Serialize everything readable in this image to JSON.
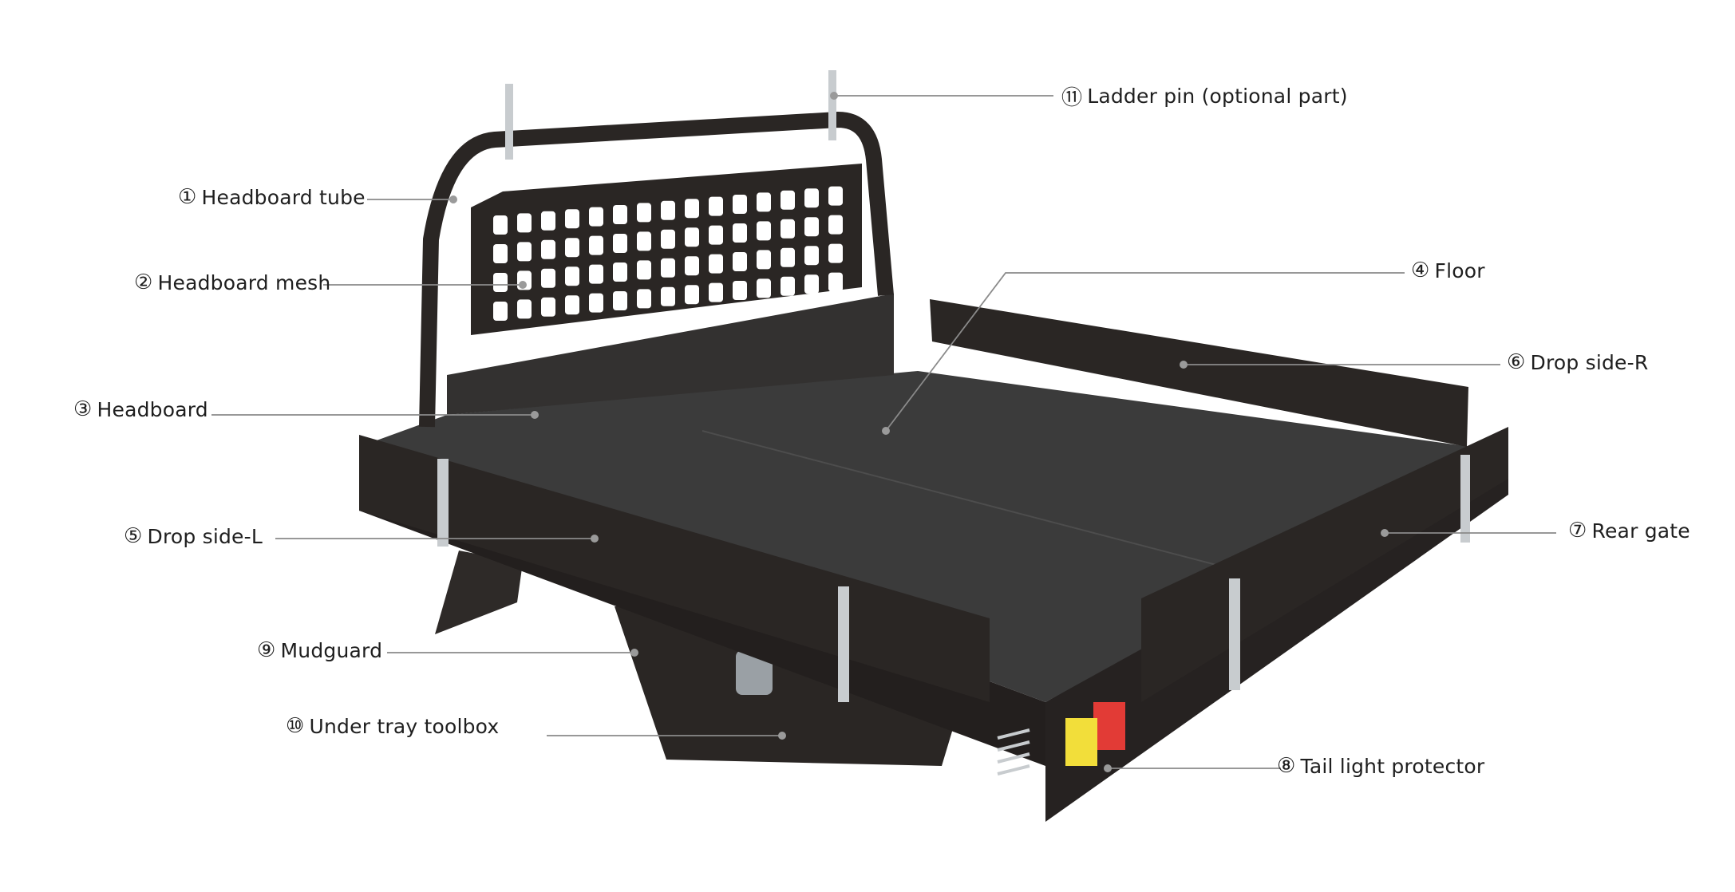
{
  "diagram": {
    "colors": {
      "tray_body": "#2a2624",
      "floor": "#3b3b3b",
      "metal": "#c8cccf",
      "leader_line": "#8a8a8a",
      "tail_light_red": "#e23b36",
      "tail_light_yellow": "#f2de3a"
    },
    "callouts": [
      {
        "id": "ladder-pin",
        "number": "⑪",
        "label": "Ladder pin (optional part)"
      },
      {
        "id": "headboard-tube",
        "number": "①",
        "label": "Headboard tube"
      },
      {
        "id": "headboard-mesh",
        "number": "②",
        "label": "Headboard mesh"
      },
      {
        "id": "floor",
        "number": "④",
        "label": "Floor"
      },
      {
        "id": "drop-side-r",
        "number": "⑥",
        "label": "Drop side-R"
      },
      {
        "id": "headboard",
        "number": "③",
        "label": "Headboard"
      },
      {
        "id": "drop-side-l",
        "number": "⑤",
        "label": "Drop side-L"
      },
      {
        "id": "rear-gate",
        "number": "⑦",
        "label": "Rear gate"
      },
      {
        "id": "mudguard",
        "number": "⑨",
        "label": "Mudguard"
      },
      {
        "id": "under-tray-toolbox",
        "number": "⑩",
        "label": "Under tray toolbox"
      },
      {
        "id": "tail-light-protector",
        "number": "⑧",
        "label": "Tail light protector"
      }
    ]
  }
}
